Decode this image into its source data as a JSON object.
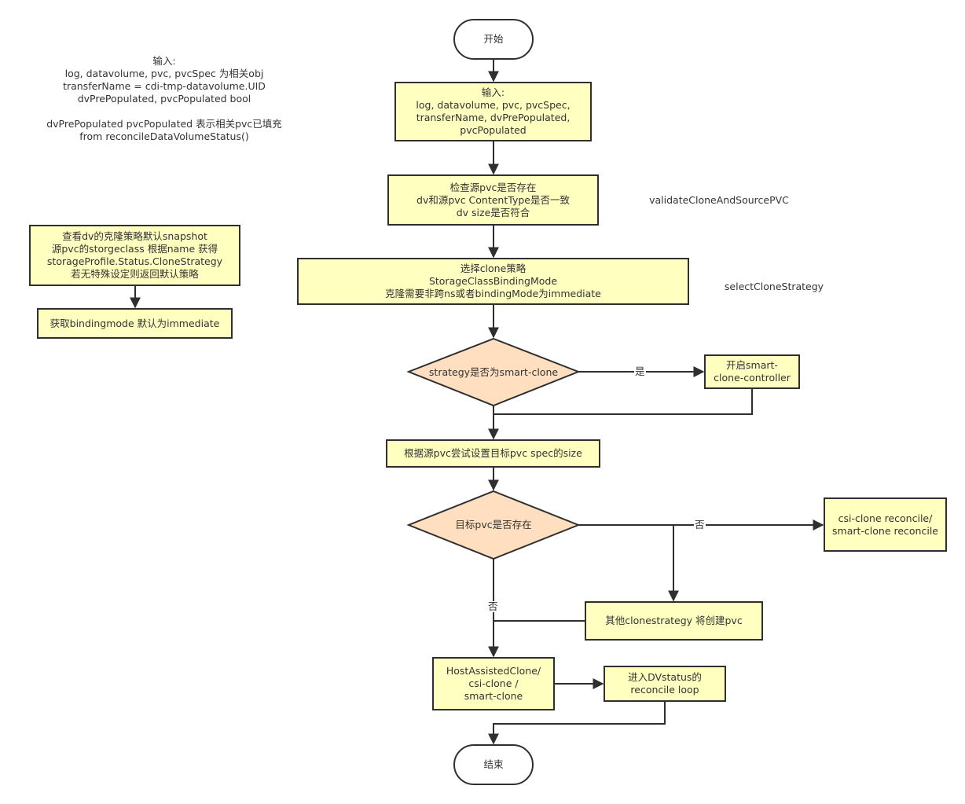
{
  "colors": {
    "process_fill": "#ffffc0",
    "decision_fill": "#ffdfbf",
    "terminal_fill": "#ffffff",
    "stroke": "#2f2f2f",
    "text": "#333333"
  },
  "diagram": {
    "nodes": {
      "start": {
        "lines": [
          "开始"
        ]
      },
      "input": {
        "lines": [
          "输入:",
          "log, datavolume, pvc, pvcSpec,",
          "transferName, dvPrePopulated,",
          "pvcPopulated"
        ]
      },
      "validate": {
        "lines": [
          "检查源pvc是否存在",
          "dv和源pvc ContentType是否一致",
          "dv size是否符合"
        ]
      },
      "select_strategy": {
        "lines": [
          "选择clone策略",
          "StorageClassBindingMode",
          "克隆需要非跨ns或者bindingMode为immediate"
        ]
      },
      "is_smart_clone": {
        "lines": [
          "strategy是否为smart-clone"
        ]
      },
      "start_smart_clone_controller": {
        "lines": [
          "开启smart-",
          "clone-controller"
        ]
      },
      "set_target_size": {
        "lines": [
          "根据源pvc尝试设置目标pvc spec的size"
        ]
      },
      "target_pvc_exists": {
        "lines": [
          "目标pvc是否存在"
        ]
      },
      "csi_smart_reconcile": {
        "lines": [
          "csi-clone reconcile/",
          "smart-clone reconcile"
        ]
      },
      "other_strategy_create": {
        "lines": [
          "其他clonestrategy 将创建pvc"
        ]
      },
      "host_assisted": {
        "lines": [
          "HostAssistedClone/",
          "csi-clone /",
          "smart-clone"
        ]
      },
      "dv_status_loop": {
        "lines": [
          "进入DVstatus的",
          "reconcile loop"
        ]
      },
      "end": {
        "lines": [
          "结束"
        ]
      },
      "snapshot_policy": {
        "lines": [
          "查看dv的克隆策略默认snapshot",
          "源pvc的storgeclass 根据name 获得",
          "storageProfile.Status.CloneStrategy",
          "若无特殊设定则返回默认策略"
        ]
      },
      "get_binding_mode": {
        "lines": [
          "获取bindingmode 默认为immediate"
        ]
      }
    },
    "annotations": {
      "input_note": {
        "lines": [
          "输入:",
          "log, datavolume, pvc, pvcSpec 为相关obj",
          "transferName = cdi-tmp-datavolume.UID",
          "dvPrePopulated, pvcPopulated  bool",
          "",
          "dvPrePopulated pvcPopulated 表示相关pvc已填充",
          "from reconcileDataVolumeStatus()"
        ]
      },
      "validate_func": {
        "text": "validateCloneAndSourcePVC"
      },
      "select_func": {
        "text": "selectCloneStrategy"
      }
    },
    "edge_labels": {
      "yes": "是",
      "no_right": "否",
      "no_down": "否"
    }
  }
}
